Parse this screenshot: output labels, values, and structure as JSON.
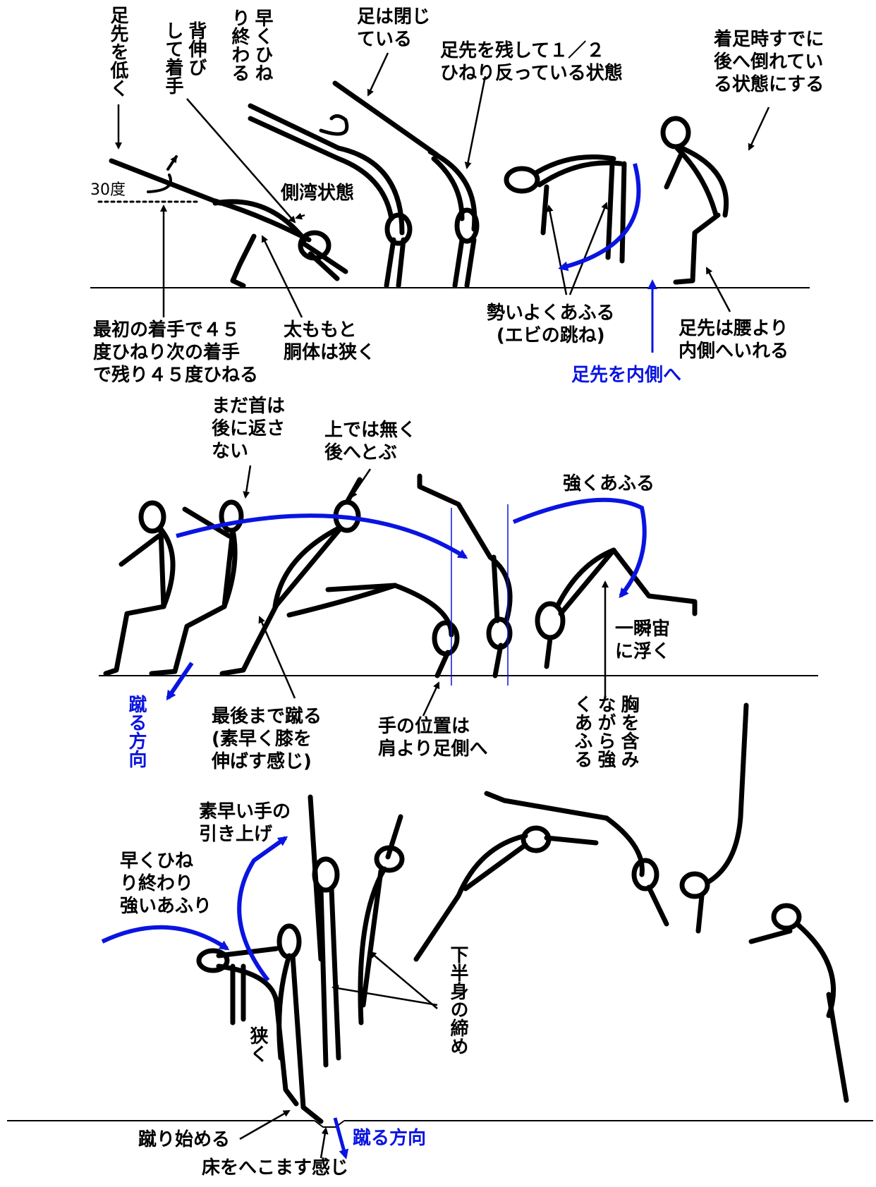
{
  "colors": {
    "ink": "#000000",
    "accent_blue": "#0a14e0"
  },
  "panel1": {
    "label_toe_low": "足先を低く",
    "label_back_stretch": "背伸び\nして着手",
    "label_twist_early": "早くひね\nり終わる",
    "label_feet_closed": "足は閉じ\nている",
    "label_half_twist": "足先を残して１／２\nひねり反っている状態",
    "label_falling_back": "着足時すでに\n後へ倒れてい\nる状態にする",
    "label_angle": "30度",
    "label_lateral_arch": "側湾状態",
    "label_first_hand": "最初の着手で４５\n度ひねり次の着手\nで残り４５度ひねる",
    "label_thigh_narrow": "太ももと\n胴体は狭く",
    "label_swing": "勢いよくあふる\n(エビの跳ね)",
    "label_toe_inside_waist": "足先は腰より\n内側へいれる",
    "label_toe_inward": "足先を内側へ"
  },
  "panel2": {
    "label_neck": "まだ首は\n後に返さ\nない",
    "label_jump_back": "上では無く\n後へとぶ",
    "label_strong_swing": "強くあふる",
    "label_float": "一瞬宙\nに浮く",
    "label_kick_dir": "蹴る方向",
    "label_kick_last": "最後まで蹴る\n(素早く膝を\n伸ばす感じ)",
    "label_hand_pos": "手の位置は\n肩より足側へ",
    "label_chest": "胸を含み\nながら強\nくあふる"
  },
  "panel3": {
    "label_hand_pull": "素早い手の\n引き上げ",
    "label_twist_finish": "早くひね\nり終わり\n強いあふり",
    "label_narrow": "狭く",
    "label_lower_body": "下半身の締め",
    "label_kick_start": "蹴り始める",
    "label_floor_dent": "床をへこます感じ",
    "label_kick_dir": "蹴る方向"
  }
}
